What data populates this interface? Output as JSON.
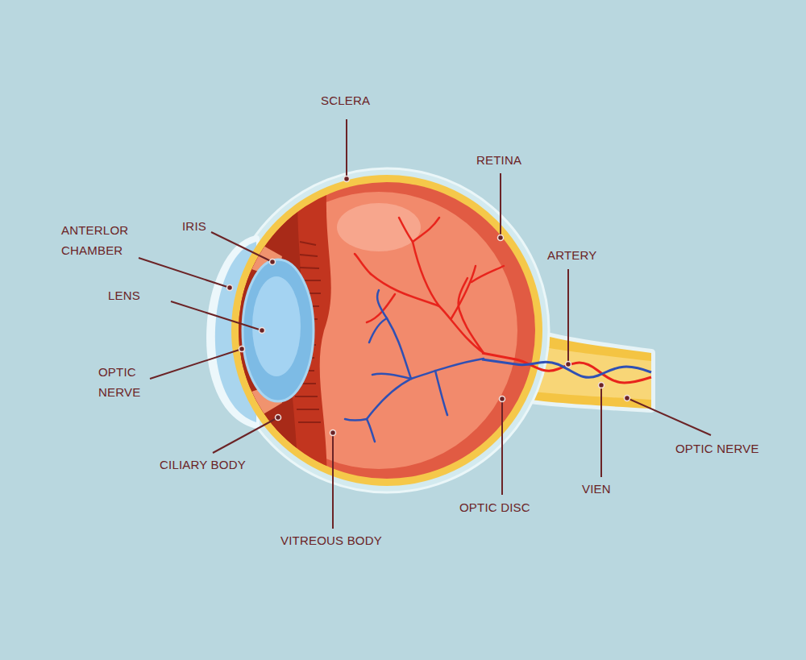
{
  "diagram": {
    "labels": [
      "SCLERA",
      "RETINA",
      "ARTERY",
      "ANTERLOR CHAMBER",
      "IRIS",
      "LENS",
      "OPTIC NERVE",
      "CILIARY BODY",
      "VITREOUS BODY",
      "OPTIC DISC",
      "VIEN",
      "OPTIC NERVE"
    ]
  }
}
